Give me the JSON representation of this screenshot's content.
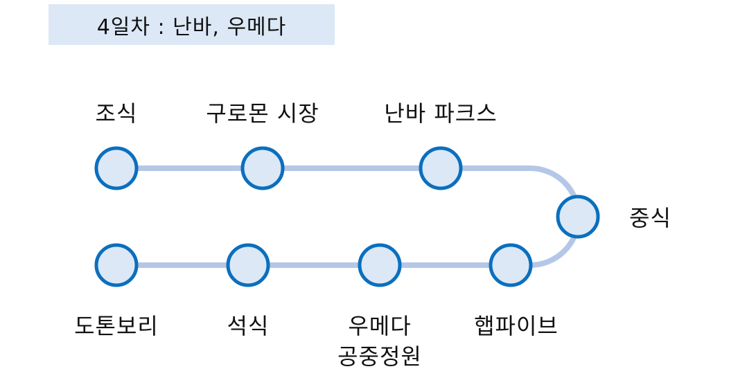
{
  "title": "4일차 : 난바, 우메다",
  "colors": {
    "title_bg": "#dce8f5",
    "path": "#b4c7e7",
    "node_fill": "#dce8f5",
    "node_stroke": "#0b6fbe"
  },
  "stops": [
    {
      "label": "조식"
    },
    {
      "label": "구로몬 시장"
    },
    {
      "label": "난바 파크스"
    },
    {
      "label": "중식"
    },
    {
      "label": "햅파이브"
    },
    {
      "label": "우메다\n공중정원"
    },
    {
      "label": "석식"
    },
    {
      "label": "도톤보리"
    }
  ]
}
